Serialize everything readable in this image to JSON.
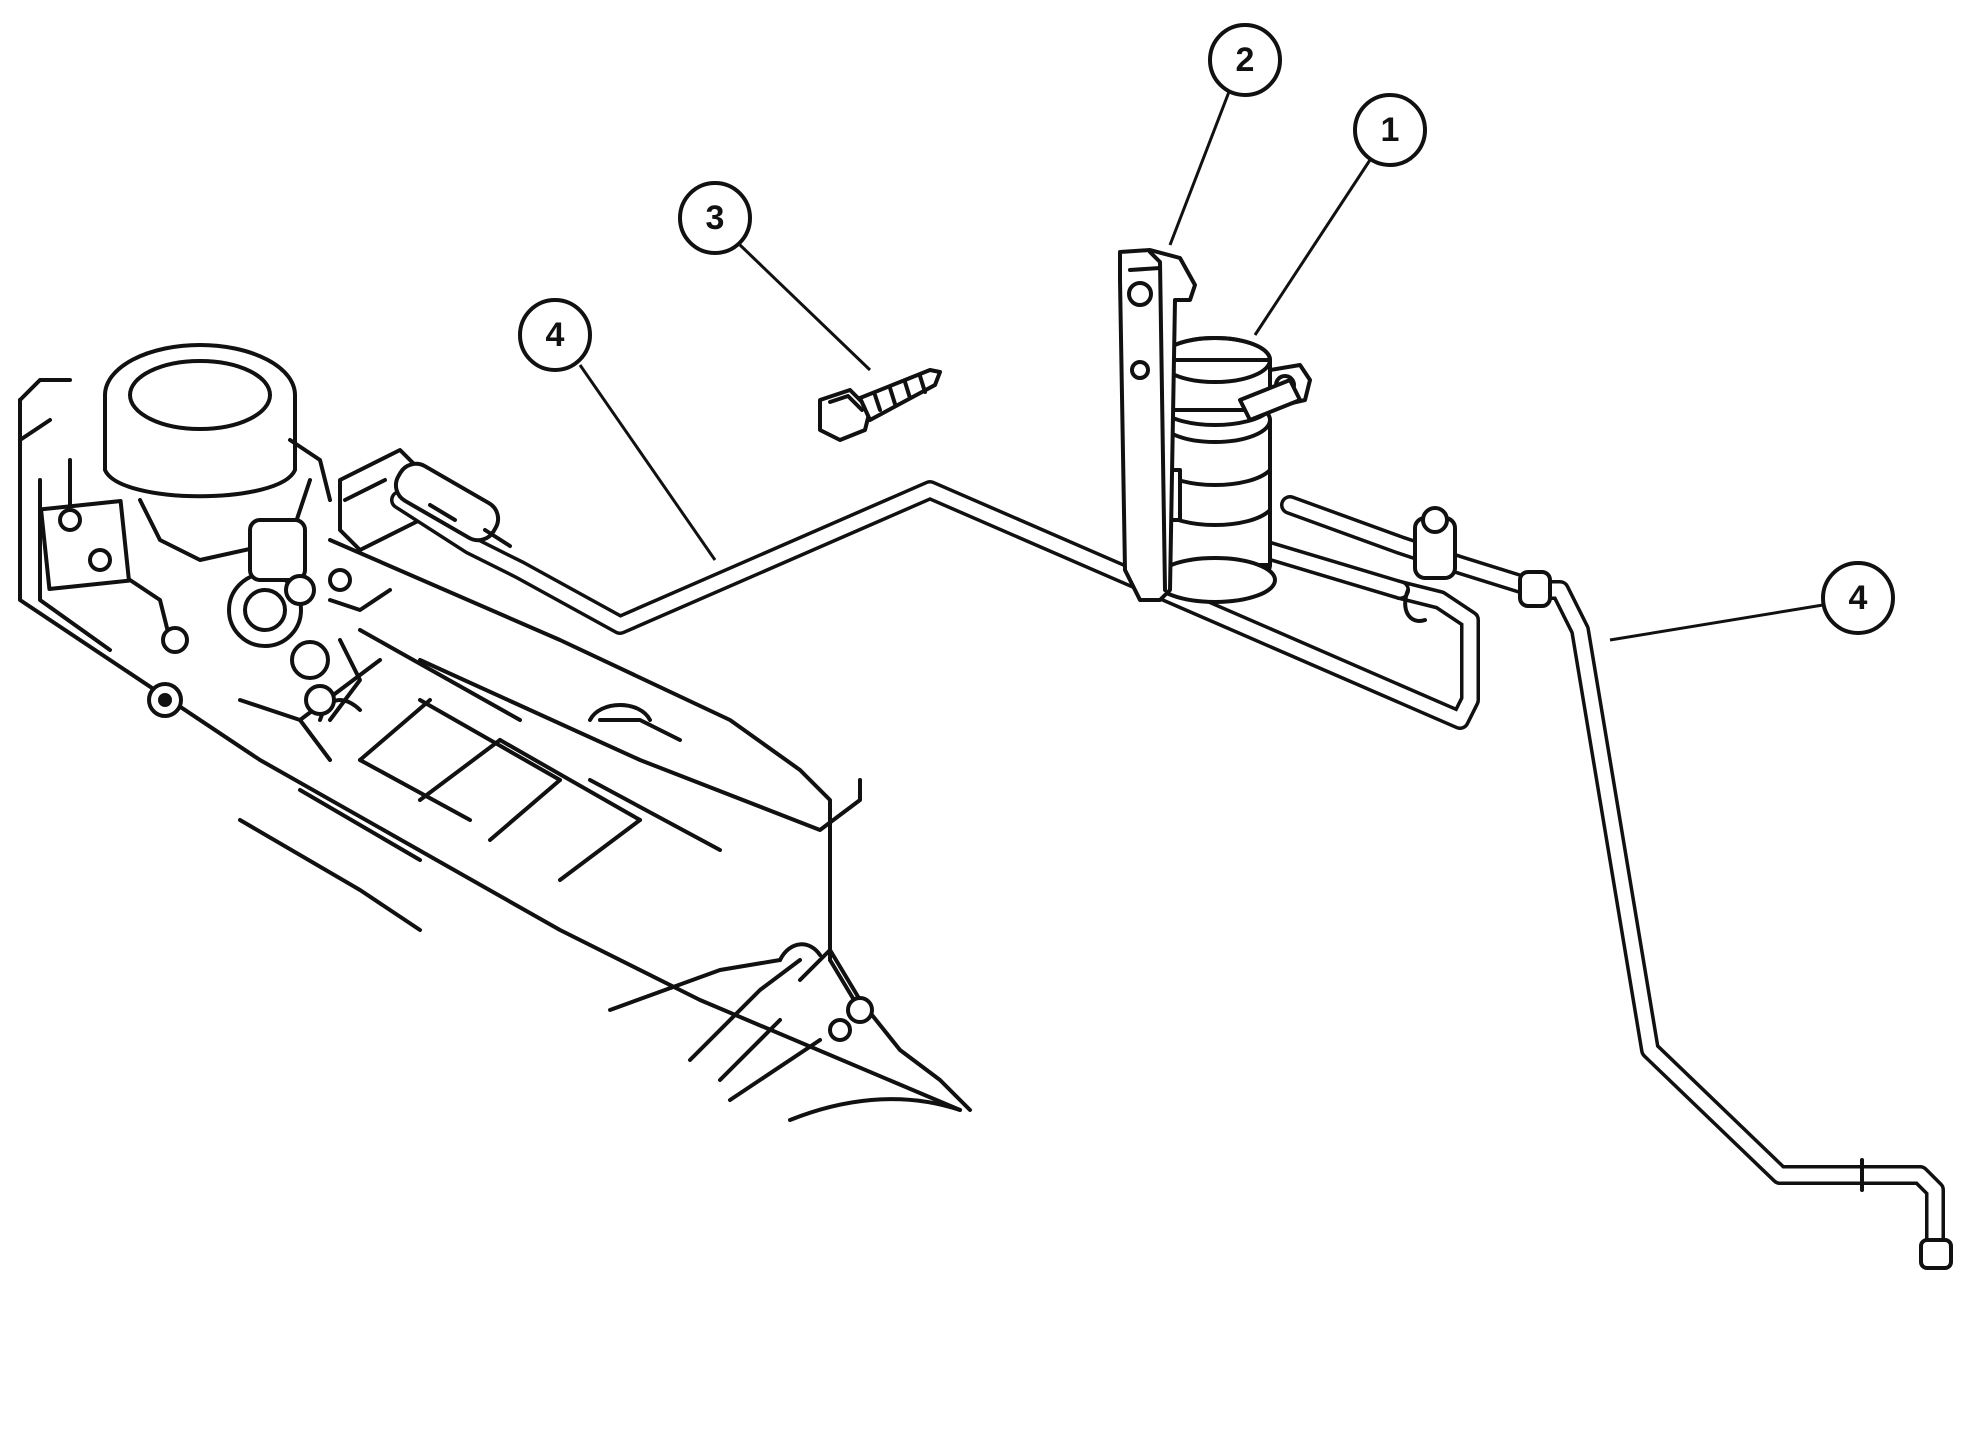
{
  "callouts": [
    {
      "id": "c1",
      "label": "1"
    },
    {
      "id": "c2",
      "label": "2"
    },
    {
      "id": "c3",
      "label": "3"
    },
    {
      "id": "c4a",
      "label": "4"
    },
    {
      "id": "c4b",
      "label": "4"
    }
  ],
  "colors": {
    "ink": "#111111",
    "paper": "#ffffff"
  }
}
